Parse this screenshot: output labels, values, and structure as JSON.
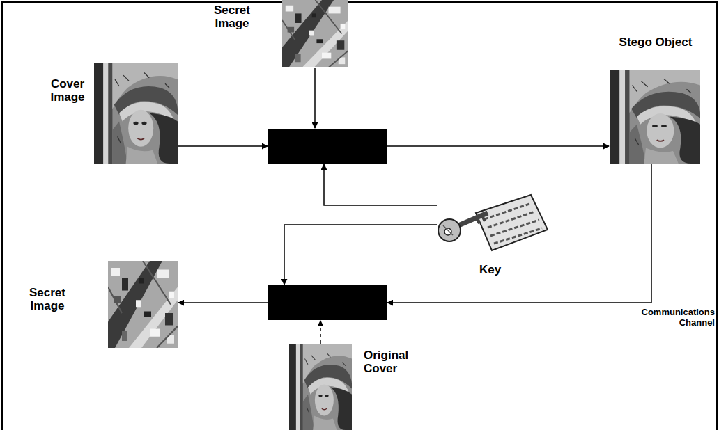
{
  "diagram": {
    "nodes": [
      {
        "text": [
          "Secret Image"
        ]
      },
      {
        "text": [
          "Cover Image"
        ]
      },
      {
        "text": [
          "Stego Object"
        ]
      },
      {
        "text": [
          "Key"
        ]
      },
      {
        "text": [
          "Secret Image"
        ]
      },
      {
        "text": [
          "Original Cover"
        ]
      }
    ],
    "labels": [
      "Communications Channel"
    ]
  }
}
